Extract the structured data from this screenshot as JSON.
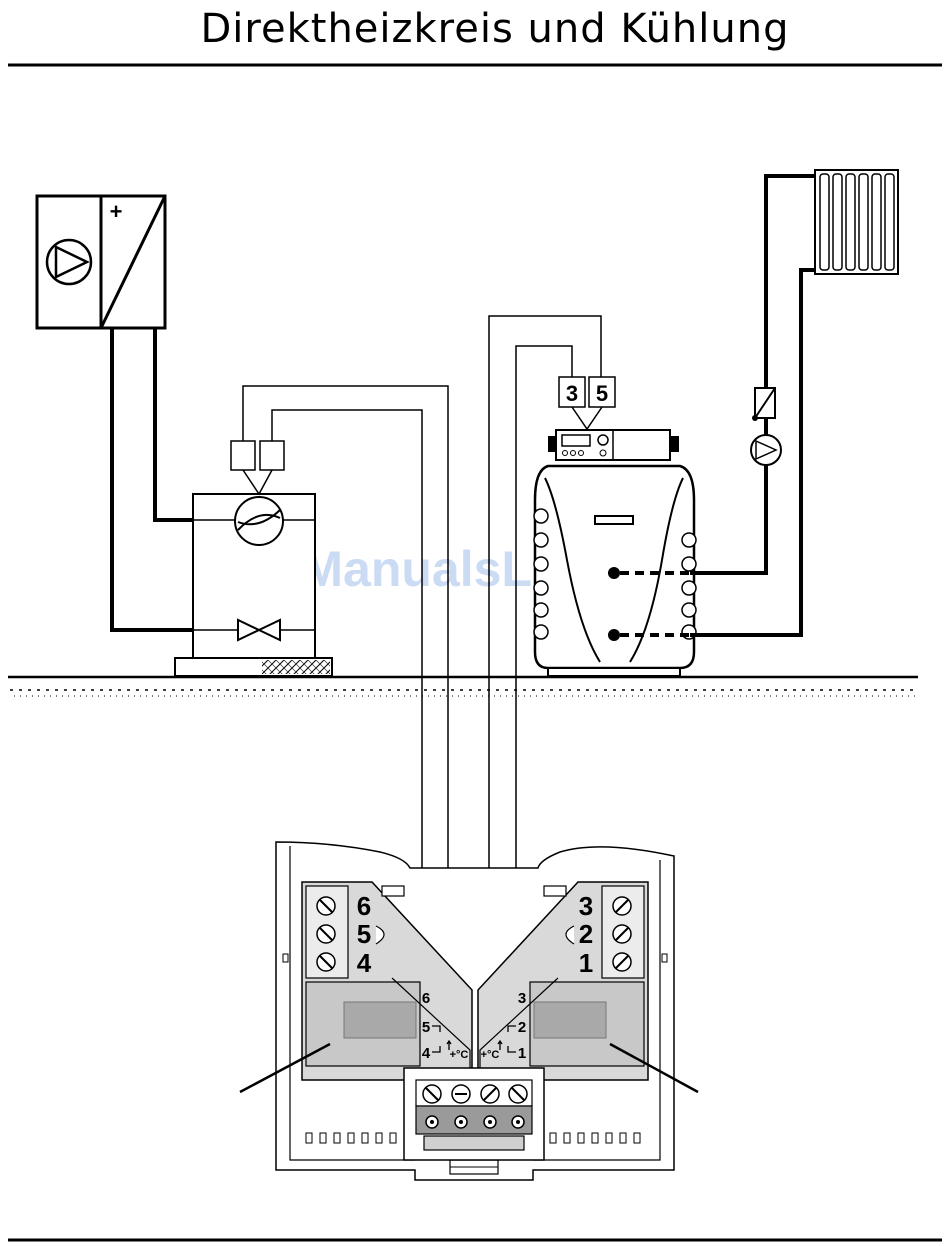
{
  "title": "Direktheizkreis und Kühlung",
  "watermark": "ManualsLib.de",
  "controller_terminals": [
    "3",
    "5"
  ],
  "left_terminal_block": [
    "6",
    "5",
    "4"
  ],
  "right_terminal_block": [
    "3",
    "2",
    "1"
  ],
  "left_relay_labels": [
    "6",
    "5",
    "4"
  ],
  "right_relay_labels": [
    "3",
    "2",
    "1"
  ],
  "temp_symbol": "+°C",
  "plus_symbol": "+"
}
